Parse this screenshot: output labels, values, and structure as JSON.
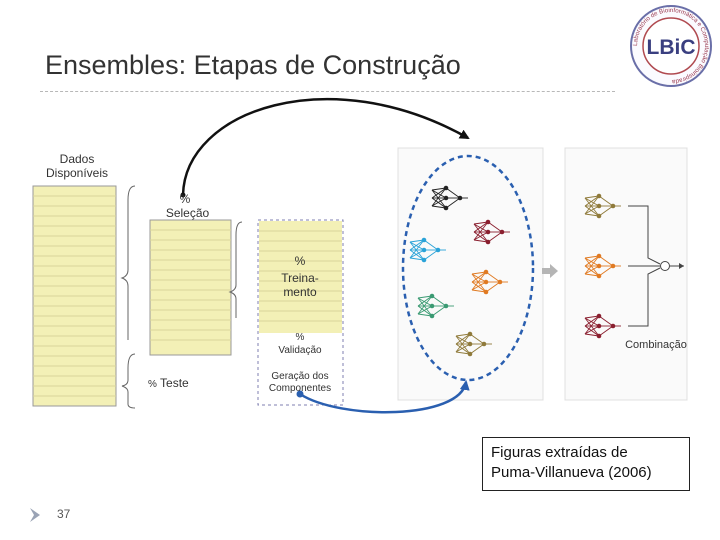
{
  "slide": {
    "title": "Ensembles: Etapas de Construção",
    "page_number": "37"
  },
  "logo": {
    "text": "LBiC",
    "ring_text": "Laboratório de Bioinformática e Computação Bioinspirada"
  },
  "diagram": {
    "dados_label": "Dados Disponíveis",
    "selecao_pct": "%",
    "selecao_label": "Seleção",
    "treinamento_pct": "%",
    "treinamento_label": "Treina-mento",
    "validacao_pct": "%",
    "validacao_label": "Validação",
    "teste_pct": "%",
    "teste_label": "Teste",
    "geracao_label": "Geração dos Componentes",
    "combinacao_label": "Combinação"
  },
  "caption": {
    "line1": "Figuras extraídas de",
    "line2": "Puma-Villanueva (2006)"
  },
  "colors": {
    "data_block": "#f3f0b6",
    "net_black": "#222222",
    "net_blue": "#2aa3d8",
    "net_red": "#8a1f2f",
    "net_orange": "#e07a22",
    "net_green": "#3a9a72",
    "net_olive": "#8f7a3a",
    "ellipse": "#2a5fb0",
    "arrow_gray": "#b5b5b5"
  }
}
